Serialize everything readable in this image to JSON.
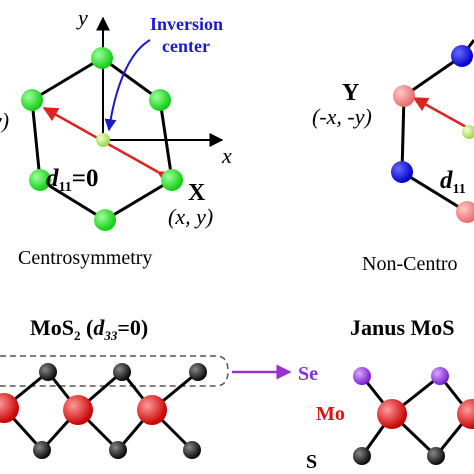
{
  "panel_a": {
    "axis_y": "y",
    "axis_x": "x",
    "inversion_label_line1": "Inversion",
    "inversion_label_line2": "center",
    "coef_left": "d",
    "coef_sub": "11",
    "coef_right": "=0",
    "point_name": "X",
    "point_coords": "(x, y)",
    "left_coords_fragment": "y)",
    "caption": "Centrosymmetry",
    "atom_color": "#22dd22",
    "center_color": "#b8f07a",
    "arrow_color": "#dd2222",
    "inversion_text_color": "#1a1acc"
  },
  "panel_b": {
    "point_name": "Y",
    "point_coords": "(-x, -y)",
    "coef_left": "d",
    "coef_sub": "11",
    "caption": "Non-Centro",
    "atom_light_color": "#f07a7a",
    "atom_dark_color": "#0a0add"
  },
  "panel_c": {
    "title_main": "MoS",
    "title_sub": "2",
    "title_paren_open": " (",
    "title_d": "d",
    "title_d_sub": "33",
    "title_eq": "=0)",
    "mo_color": "#dd1111",
    "s_color": "#111111"
  },
  "panel_d": {
    "title": "Janus MoS",
    "label_se": "Se",
    "label_mo": "Mo",
    "label_s": "S",
    "se_color": "#8a2be2",
    "arrow_color": "#9b30d0"
  }
}
